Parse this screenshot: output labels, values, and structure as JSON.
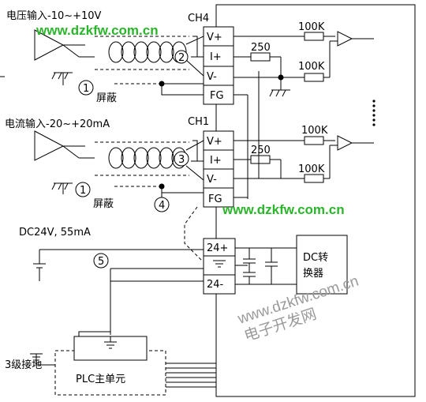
{
  "ch4": {
    "title": "CH4",
    "input_label": "电压输入-10~+10V",
    "pins": [
      "V+",
      "I+",
      "V-",
      "FG"
    ],
    "res_input": "250",
    "res_top": "100K",
    "res_bottom": "100K",
    "shield_label": "屏蔽",
    "marker_shield": "1",
    "marker_twist": "2"
  },
  "ch1": {
    "title": "CH1",
    "input_label": "电流输入-20~+20mA",
    "pins": [
      "V+",
      "I+",
      "V-",
      "FG"
    ],
    "res_input": "250",
    "res_top": "100K",
    "res_bottom": "100K",
    "shield_label": "屏蔽",
    "marker_shield": "1",
    "marker_twist": "3",
    "marker_fg": "4"
  },
  "power": {
    "label": "DC24V, 55mA",
    "pin_pos": "24+",
    "pin_neg": "24-",
    "marker": "5"
  },
  "converter": {
    "label_line1": "DC转",
    "label_line2": "换器"
  },
  "plc": {
    "label": "PLC主单元",
    "ground_label": "3级接地"
  },
  "watermarks": {
    "url_top": "www.dzkfw.com.cn",
    "url_mid": "www.dzkfw.com.cn",
    "url_diag": "www.dzkfw.com.cn",
    "site_name": "电子开发网"
  }
}
